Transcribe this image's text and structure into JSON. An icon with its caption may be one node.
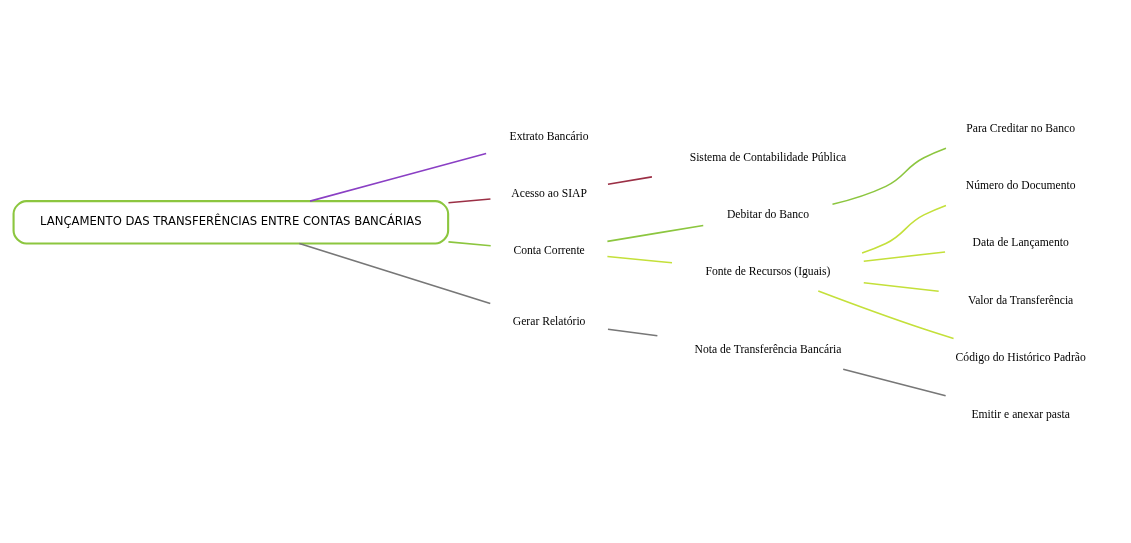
{
  "diagram": {
    "nodes": [
      {
        "text": [
          "LANÇAMENTO DAS TRANSFERÊNCIAS ENTRE CONTAS BANCÁRIAS"
        ]
      },
      {
        "text": [
          "Extrato Bancário"
        ]
      },
      {
        "text": [
          "Acesso ao SIAP"
        ]
      },
      {
        "text": [
          "Sistema de Contabilidade Pública"
        ]
      },
      {
        "text": [
          "Conta Corrente"
        ]
      },
      {
        "text": [
          "Debitar do Banco"
        ]
      },
      {
        "text": [
          "Para Creditar no Banco"
        ]
      },
      {
        "text": [
          "Fonte de Recursos (Iguais)"
        ]
      },
      {
        "text": [
          "Número do Documento"
        ]
      },
      {
        "text": [
          "Data de Lançamento"
        ]
      },
      {
        "text": [
          "Valor da Transferência"
        ]
      },
      {
        "text": [
          "Código do Histórico Padrão"
        ]
      },
      {
        "text": [
          "Gerar Relatório"
        ]
      },
      {
        "text": [
          "Nota de Transferência Bancária"
        ]
      },
      {
        "text": [
          "Emitir e anexar pasta"
        ]
      }
    ],
    "edges": [
      {
        "from": 0,
        "to": 1,
        "arrow": "none",
        "color": "#8a3fc4"
      },
      {
        "from": 0,
        "to": 2,
        "arrow": "none",
        "color": "#9b2f45"
      },
      {
        "from": 2,
        "to": 3,
        "arrow": "none",
        "color": "#9b2f45"
      },
      {
        "from": 0,
        "to": 4,
        "arrow": "none",
        "color": "#8cc63f"
      },
      {
        "from": 4,
        "to": 5,
        "arrow": "none",
        "color": "#8cc63f"
      },
      {
        "from": 5,
        "to": 6,
        "arrow": "none",
        "color": "#8cc63f"
      },
      {
        "from": 4,
        "to": 7,
        "arrow": "none",
        "color": "#c4e03a"
      },
      {
        "from": 7,
        "to": 8,
        "arrow": "none",
        "color": "#c4e03a"
      },
      {
        "from": 7,
        "to": 9,
        "arrow": "none",
        "color": "#c4e03a"
      },
      {
        "from": 7,
        "to": 10,
        "arrow": "none",
        "color": "#c4e03a"
      },
      {
        "from": 7,
        "to": 11,
        "arrow": "none",
        "color": "#c4e03a"
      },
      {
        "from": 0,
        "to": 12,
        "arrow": "none",
        "color": "#777777"
      },
      {
        "from": 12,
        "to": 13,
        "arrow": "none",
        "color": "#777777"
      },
      {
        "from": 13,
        "to": 14,
        "arrow": "none",
        "color": "#777777"
      }
    ]
  }
}
